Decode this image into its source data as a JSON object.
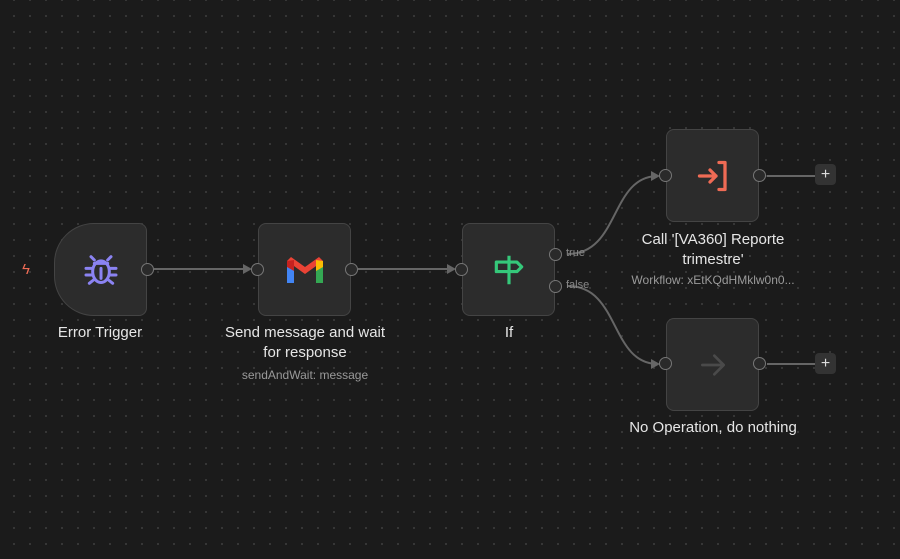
{
  "nodes": {
    "error_trigger": {
      "label": "Error Trigger",
      "icon": "bug-icon",
      "color": "#8b83f2"
    },
    "gmail": {
      "label_line1": "Send message and wait",
      "label_line2": "for response",
      "subtitle": "sendAndWait: message",
      "icon": "gmail-icon"
    },
    "if": {
      "label": "If",
      "icon": "signpost-icon",
      "color": "#35c87a",
      "branch_true": "true",
      "branch_false": "false"
    },
    "call_workflow": {
      "label_line1": "Call '[VA360] Reporte",
      "label_line2": "trimestre'",
      "subtitle": "Workflow: xEtKQdHMklw0n0...",
      "icon": "sign-in-icon",
      "color": "#ef6b55"
    },
    "noop": {
      "label": "No Operation, do nothing",
      "icon": "arrow-right-icon"
    }
  },
  "add_button": "+"
}
